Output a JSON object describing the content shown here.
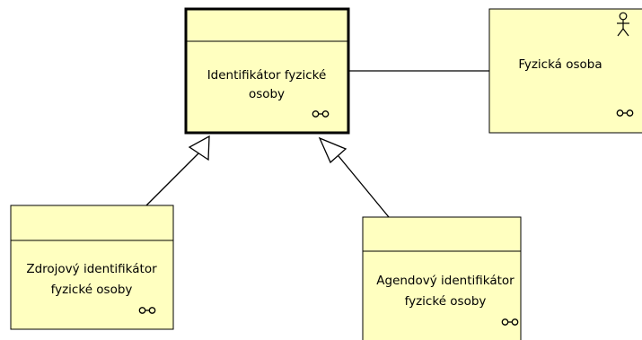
{
  "colors": {
    "node_fill": "#FFFFC0",
    "stroke": "#000000",
    "background": "#FFFFFF"
  },
  "nodes": {
    "identifikator": {
      "label_line1": "Identifikátor fyzické",
      "label_line2": "osoby",
      "icon": "glasses-icon",
      "selected": true
    },
    "fyzicka_osoba": {
      "label": "Fyzická osoba",
      "icons": [
        "actor-icon",
        "glasses-icon"
      ]
    },
    "zdrojovy": {
      "label_line1": "Zdrojový identifikátor",
      "label_line2": "fyzické osoby",
      "icon": "glasses-icon"
    },
    "agendovy": {
      "label_line1": "Agendový identifikátor",
      "label_line2": "fyzické osoby",
      "icon": "glasses-icon"
    }
  },
  "relationships": [
    {
      "from": "zdrojovy",
      "to": "identifikator",
      "type": "generalization"
    },
    {
      "from": "agendovy",
      "to": "identifikator",
      "type": "generalization"
    },
    {
      "from": "identifikator",
      "to": "fyzicka_osoba",
      "type": "association"
    }
  ]
}
